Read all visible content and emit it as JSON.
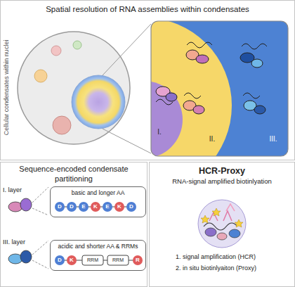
{
  "diagram": {
    "nodes": [
      {
        "text": [
          "Spatial resolution of RNA assemblies within condensates"
        ]
      },
      {
        "text": [
          "Sequence-encoded condensate partitioning"
        ]
      },
      {
        "text": [
          "basic and longer AA"
        ],
        "in": 1
      },
      {
        "text": [
          "acidic and shorter AA & RRMs"
        ],
        "in": 1
      },
      {
        "text": [
          "HCR-Proxy",
          "RNA-signal amplified biotinlyation"
        ]
      }
    ],
    "labels": [
      "Cellular condensates within nuclei",
      "I.",
      "II.",
      "III.",
      "I. layer",
      "D",
      "D",
      "E",
      "K",
      "E",
      "K",
      "D",
      "III. layer",
      "D",
      "K",
      "RRM",
      "RRM",
      "R",
      "1. signal amplification (HCR)",
      "2. in situ biotinlyaiton (Proxy)"
    ]
  }
}
